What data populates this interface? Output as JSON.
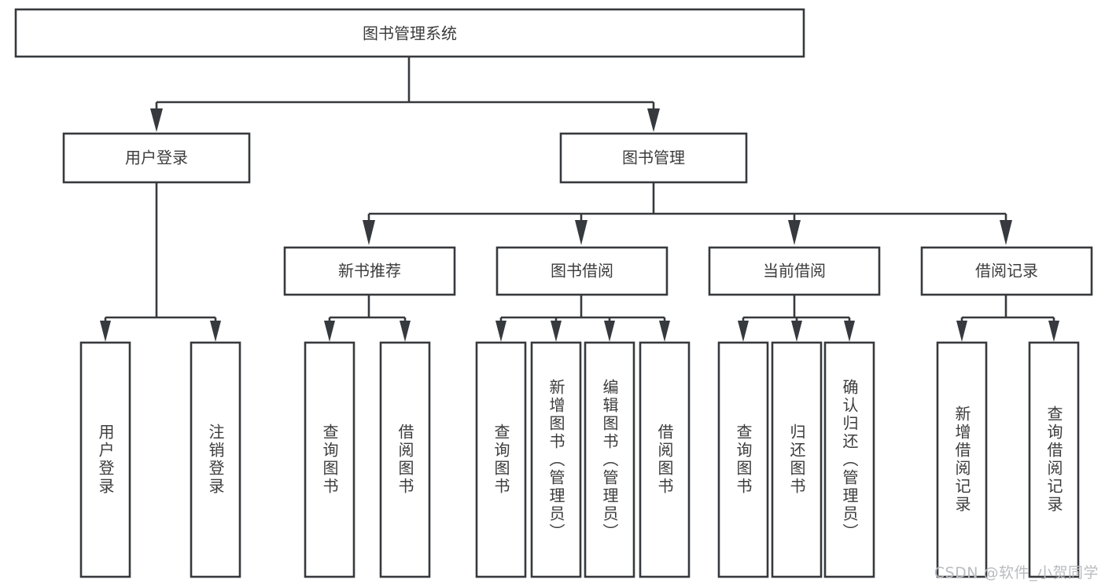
{
  "diagram": {
    "title": "图书管理系统",
    "type": "tree",
    "colors": {
      "stroke": "#36393d",
      "node_fill": "#ffffff",
      "text": "#3c3c3c",
      "background": "#ffffff",
      "watermark": "#b9bcc0"
    },
    "nodes": {
      "root": {
        "label": "图书管理系统"
      },
      "level2": [
        {
          "label": "用户登录"
        },
        {
          "label": "图书管理"
        }
      ],
      "level3": [
        {
          "label": "新书推荐"
        },
        {
          "label": "图书借阅"
        },
        {
          "label": "当前借阅"
        },
        {
          "label": "借阅记录"
        }
      ],
      "leaves": {
        "user_login": [
          {
            "label": "用户登录"
          },
          {
            "label": "注销登录"
          }
        ],
        "new_book_recommend": [
          {
            "label": "查询图书"
          },
          {
            "label": "借阅图书"
          }
        ],
        "book_borrow": [
          {
            "label": "查询图书"
          },
          {
            "label": "新增图书（管理员）"
          },
          {
            "label": "编辑图书（管理员）"
          },
          {
            "label": "借阅图书"
          }
        ],
        "current_borrow": [
          {
            "label": "查询图书"
          },
          {
            "label": "归还图书"
          },
          {
            "label": "确认归还（管理员）"
          }
        ],
        "borrow_record": [
          {
            "label": "新增借阅记录"
          },
          {
            "label": "查询借阅记录"
          }
        ]
      }
    }
  },
  "watermark": {
    "text": "CSDN @软件_小贺同学"
  }
}
